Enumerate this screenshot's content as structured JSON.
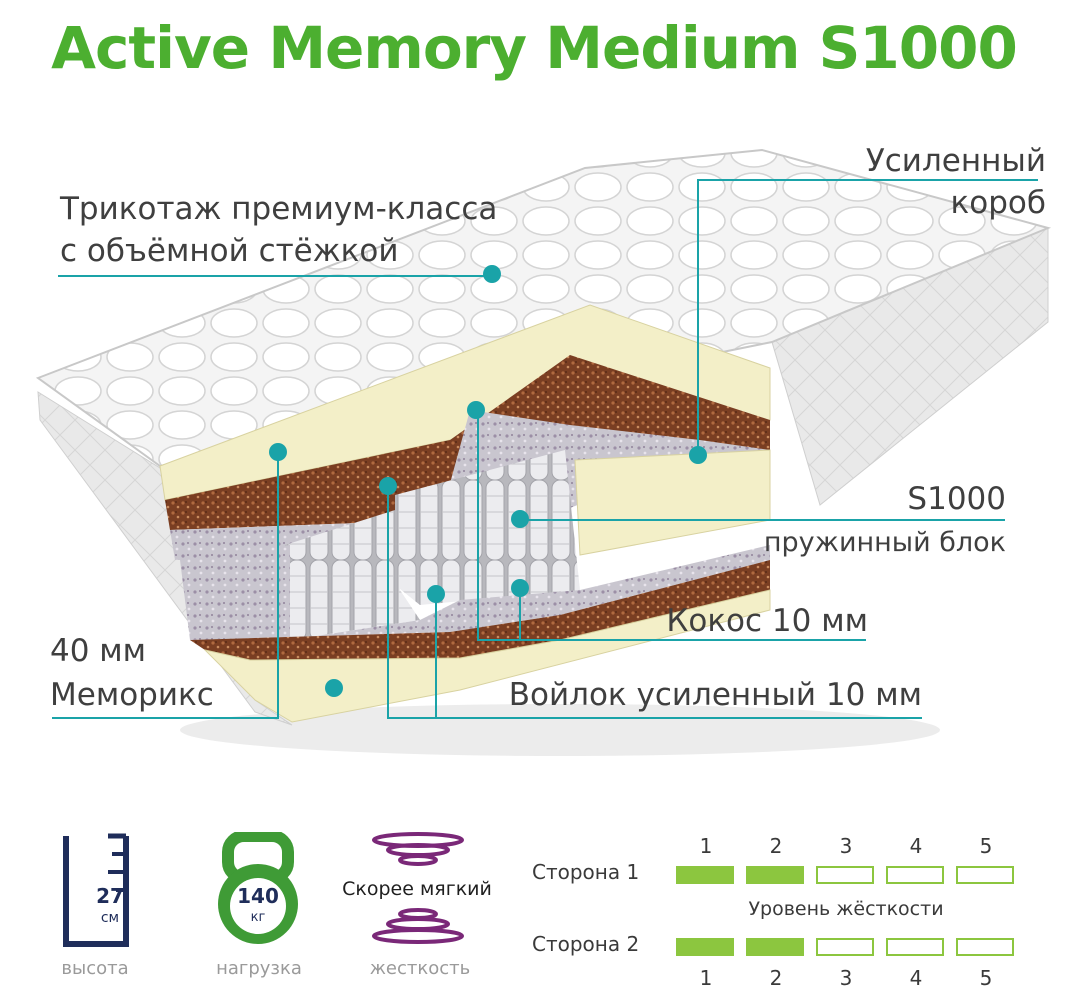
{
  "title": "Active Memory Medium S1000",
  "colors": {
    "title": "#4caf30",
    "accent": "#1aa3a8",
    "rating": "#8cc63f",
    "icon_dark": "#1f2d5a",
    "icon_purple": "#7a2878",
    "icon_green": "#3f9b36"
  },
  "labels": {
    "knit_line1": "Трикотаж премиум-класса",
    "knit_line2": "с объёмной стёжкой",
    "box_line1": "Усиленный",
    "box_line2": "короб",
    "spring_line1": "S1000",
    "spring_line2": "пружинный блок",
    "coconut": "Кокос 10 мм",
    "memory_line1": "40 мм",
    "memory_line2": "Меморикс",
    "felt": "Войлок усиленный 10 мм"
  },
  "icons": {
    "height": {
      "value": "27",
      "unit": "см",
      "caption": "высота",
      "icon": "ruler-icon"
    },
    "load": {
      "value": "140",
      "unit": "кг",
      "caption": "нагрузка",
      "icon": "weight-icon"
    },
    "firmness": {
      "value": "Скорее мягкий",
      "caption": "жесткость",
      "icon": "spring-icon"
    }
  },
  "firmness_scale": {
    "levels": [
      "1",
      "2",
      "3",
      "4",
      "5"
    ],
    "title": "Уровень жёсткости",
    "sides": [
      {
        "label": "Сторона 1",
        "level": 2
      },
      {
        "label": "Сторона 2",
        "level": 2
      }
    ]
  }
}
